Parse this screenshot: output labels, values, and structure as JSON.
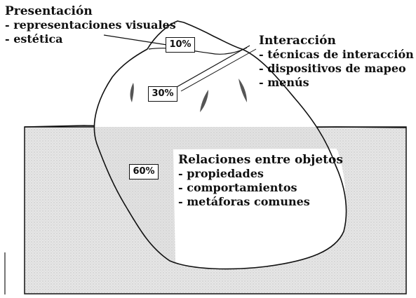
{
  "presentation": {
    "title": "Presentación",
    "items": [
      "- representaciones visuales",
      "- estética"
    ],
    "percent": "10%"
  },
  "interaction": {
    "title": "Interacción",
    "items": [
      "- técnicas de interacción",
      "- dispositivos de mapeo",
      "- menús"
    ],
    "percent": "30%"
  },
  "relations": {
    "title": "Relaciones entre objetos",
    "items": [
      "- propiedades",
      "- comportamientos",
      "- metáforas comunes"
    ],
    "percent": "60%"
  },
  "colors": {
    "water": "#dcdcdc",
    "ink": "#111111",
    "paper": "#ffffff"
  }
}
